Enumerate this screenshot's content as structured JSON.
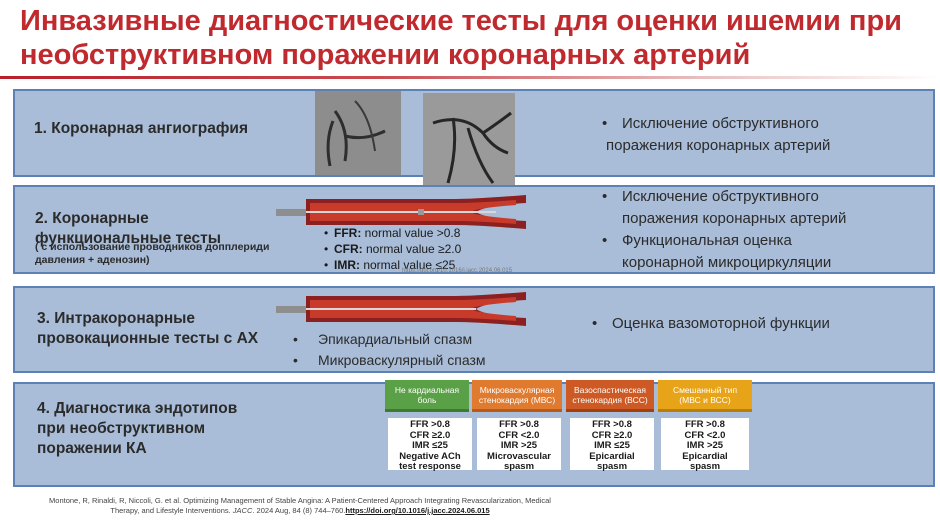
{
  "title": {
    "line1": "Инвазивные диагностические тесты для оценки ишемии при",
    "line2": "необструктивном поражении коронарных артерий"
  },
  "accent_color": "#c0292e",
  "panels": [
    {
      "title": "1. Коронарная ангиография",
      "bullets": [
        "Исключение обструктивного",
        "поражения коронарных артерий"
      ]
    },
    {
      "title_line1": "2. Коронарные",
      "title_line2": "функциональные тесты",
      "subtitle_line1": "( с использование проводников допплериди",
      "subtitle_line2": "давления + аденозин)",
      "bullets": [
        "Исключение обструктивного",
        "поражения коронарных артерий",
        "Функциональная оценка",
        "коронарной микроциркуляции"
      ],
      "measurements": [
        {
          "label": "FFR:",
          "text": " normal value >0.8"
        },
        {
          "label": "CFR:",
          "text": " normal value ≥2.0"
        },
        {
          "label": "IMR:",
          "text": " normal value ≤25"
        }
      ],
      "tiny_caption": "https://doi.org/10.1016/j.jacc.2024.06.015"
    },
    {
      "title_line1": "3. Интракоронарные",
      "title_line2": "провокационные тесты с АХ",
      "bullets": [
        "Оценка вазомоторной функции"
      ],
      "spasm_items": [
        "Эпикардиальный спазм",
        "Микроваскулярный спазм"
      ]
    },
    {
      "title_line1": "4. Диагностика эндотипов",
      "title_line2": "при необструктивном",
      "title_line3": "поражении КА",
      "endotypes": [
        {
          "header": "Не кардиальная боль",
          "color": "#5aa046",
          "values": [
            "FFR >0.8",
            "CFR ≥2.0",
            "IMR ≤25",
            "Negative ACh",
            "test response"
          ]
        },
        {
          "header": "Микроваскулярная стенокардия (МВС)",
          "color": "#e07a2e",
          "values": [
            "FFR >0.8",
            "CFR <2.0",
            "IMR >25",
            "Microvascular",
            "spasm"
          ]
        },
        {
          "header": "Вазоспастическая стенокардия (ВСС)",
          "color": "#cd5a24",
          "values": [
            "FFR >0.8",
            "CFR ≥2.0",
            "IMR ≤25",
            "Epicardial",
            "spasm"
          ]
        },
        {
          "header": "Смешанный тип (МВС и ВСС)",
          "color": "#e8a418",
          "values": [
            "FFR >0.8",
            "CFR <2.0",
            "IMR >25",
            "Epicardial",
            "spasm"
          ]
        }
      ]
    }
  ],
  "citation": {
    "line1": "Montone, R, Rinaldi, R, Niccoli, G. et al. Optimizing Management of Stable Angina: A Patient-Centered Approach Integrating Revascularization, Medical",
    "line2_a": "Therapy, and Lifestyle Interventions. ",
    "line2_journal": "JACC",
    "line2_b": ". 2024 Aug, 84 (8) 744–760.",
    "link": "https://doi.org/10.1016/j.jacc.2024.06.015"
  }
}
